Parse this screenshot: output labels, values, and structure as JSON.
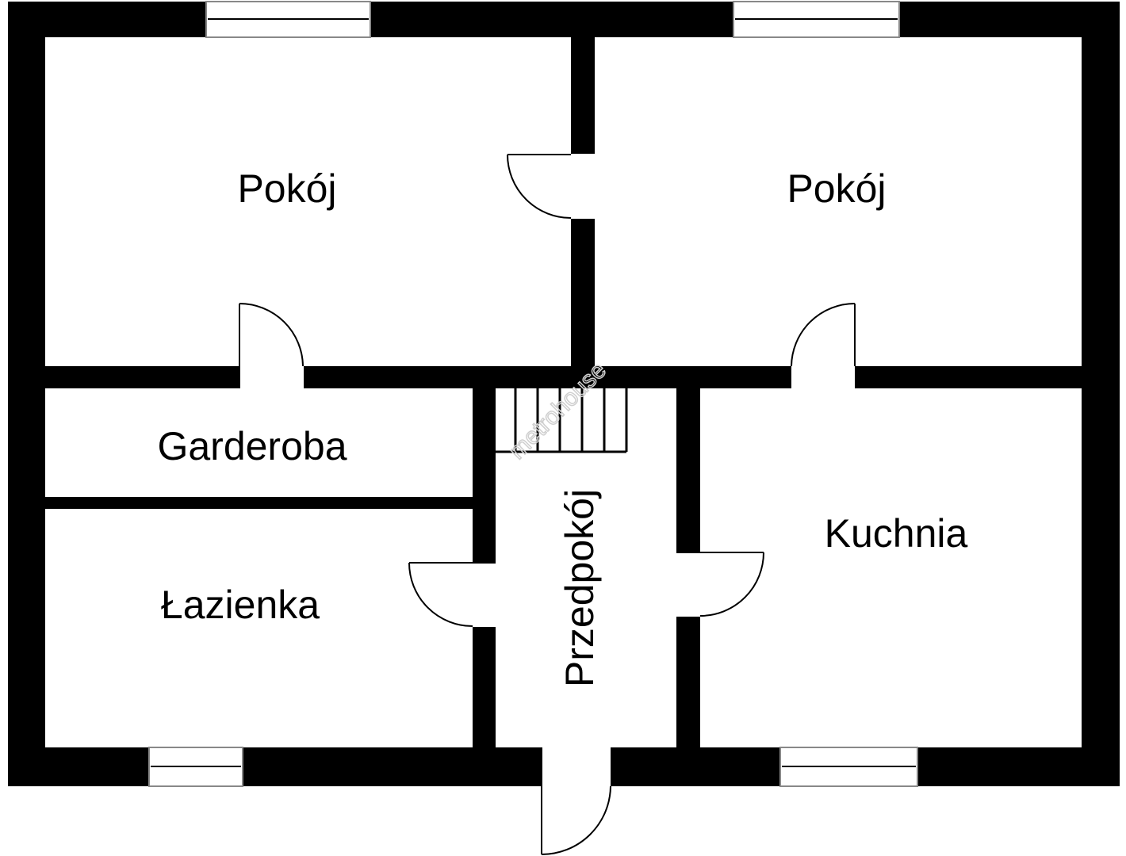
{
  "floor_plan": {
    "rooms": {
      "room_top_left": "Pokój",
      "room_top_right": "Pokój",
      "wardrobe": "Garderoba",
      "bathroom": "Łazienka",
      "hallway": "Przedpokój",
      "kitchen": "Kuchnia"
    },
    "watermark": "metrohouse"
  }
}
